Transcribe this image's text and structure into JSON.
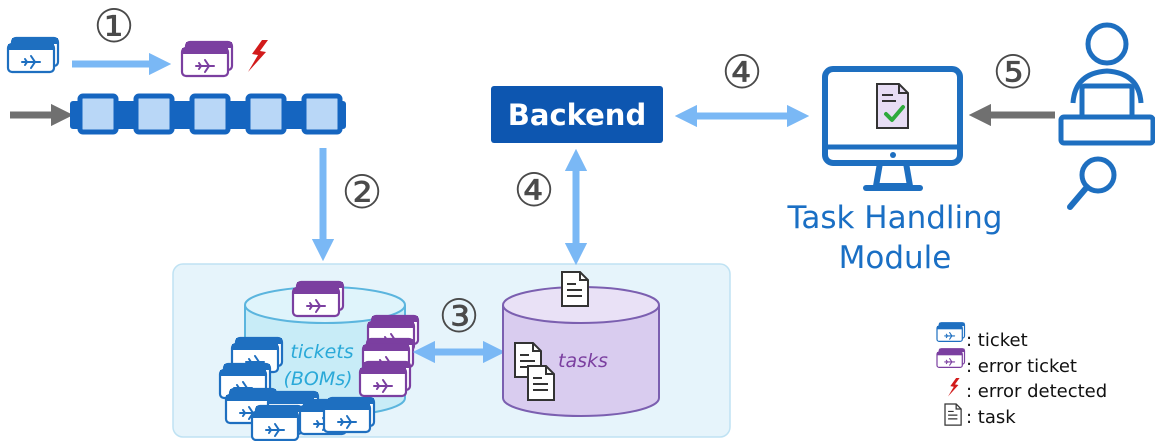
{
  "steps": {
    "s1": "①",
    "s2": "②",
    "s3": "③",
    "s4a": "④",
    "s4b": "④",
    "s5": "⑤"
  },
  "backend": {
    "label": "Backend"
  },
  "task_module": {
    "line1": "Task Handling",
    "line2": "Module"
  },
  "databases": {
    "tickets_line1": "tickets",
    "tickets_line2": "(BOMs)",
    "tasks": "tasks"
  },
  "legend": [
    {
      "icon": "ticket-icon",
      "label": ": ticket"
    },
    {
      "icon": "error-ticket-icon",
      "label": ": error ticket"
    },
    {
      "icon": "error-detected-icon",
      "label": ": error detected"
    },
    {
      "icon": "task-icon",
      "label": ": task"
    }
  ],
  "colors": {
    "queue_fill": "#b9d7f7",
    "queue_border": "#1565c0",
    "backend_fill": "#0d56b0",
    "arrow_blue": "#7ab8f5",
    "arrow_gray": "#707070",
    "tickets_db": "#c8ecf7",
    "tasks_db": "#d9ccef",
    "panel": "#e6f4fb",
    "ticket_blue": "#1e6fc0",
    "ticket_purple": "#7b3fa0",
    "error_red": "#d21b1b",
    "check_green": "#2eaa3c"
  }
}
